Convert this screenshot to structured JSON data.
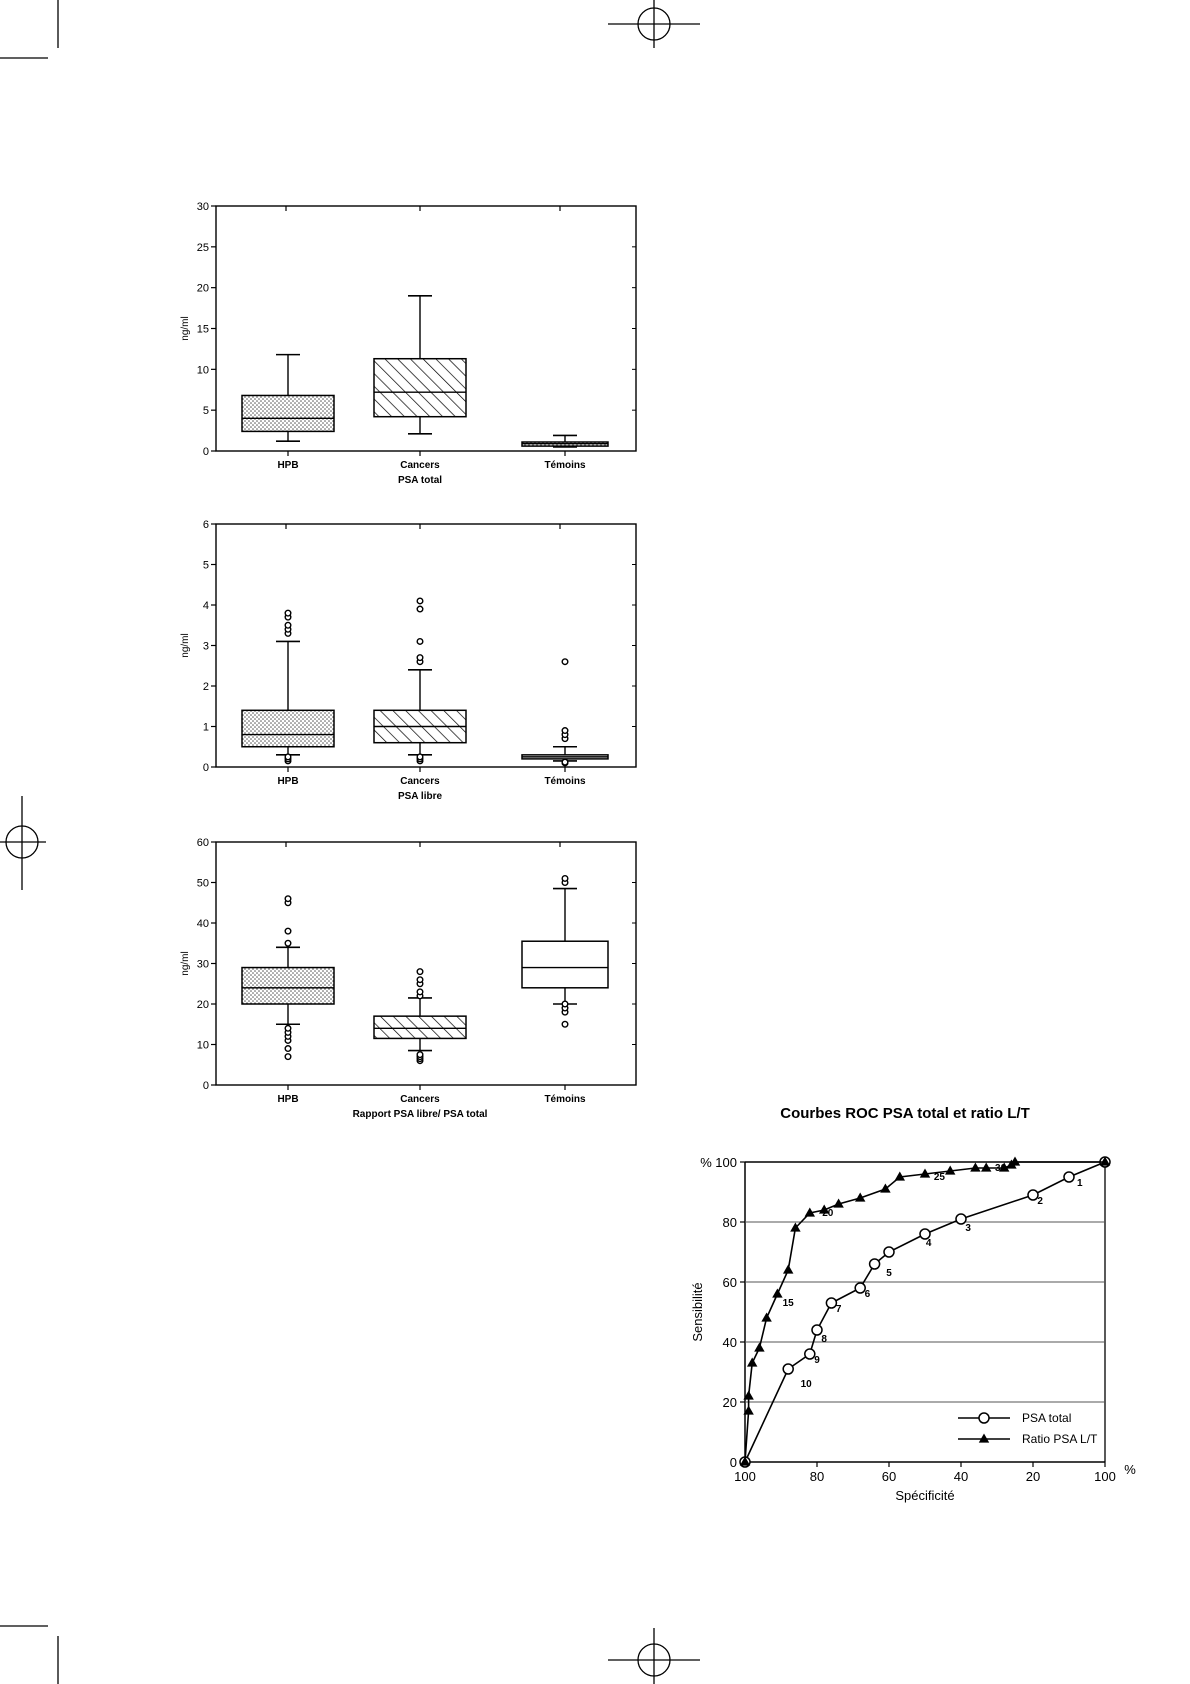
{
  "charts": [
    {
      "type": "box",
      "title": "PSA total",
      "ylabel": "ng/ml",
      "ylim": [
        0,
        30
      ],
      "yticks": [
        0,
        5,
        10,
        15,
        20,
        25,
        30
      ],
      "categories": [
        "HPB",
        "Cancers",
        "Témoins"
      ],
      "boxes": [
        {
          "name": "HPB",
          "pattern": "dots",
          "whisker_low": 1.2,
          "q1": 2.4,
          "median": 4.0,
          "q3": 6.8,
          "whisker_high": 11.8,
          "outliers": []
        },
        {
          "name": "Cancers",
          "pattern": "hatch",
          "whisker_low": 2.1,
          "q1": 4.2,
          "median": 7.2,
          "q3": 11.3,
          "whisker_high": 19.0,
          "outliers": []
        },
        {
          "name": "Témoins",
          "pattern": "dots",
          "whisker_low": 0.5,
          "q1": 0.6,
          "median": 0.9,
          "q3": 1.1,
          "whisker_high": 1.9,
          "outliers": []
        }
      ]
    },
    {
      "type": "box",
      "title": "PSA libre",
      "ylabel": "ng/ml",
      "ylim": [
        0,
        6
      ],
      "yticks": [
        0,
        1,
        2,
        3,
        4,
        5,
        6
      ],
      "categories": [
        "HPB",
        "Cancers",
        "Témoins"
      ],
      "boxes": [
        {
          "name": "HPB",
          "pattern": "dots",
          "whisker_low": 0.3,
          "q1": 0.5,
          "median": 0.8,
          "q3": 1.4,
          "whisker_high": 3.1,
          "outliers": [
            0.15,
            0.2,
            0.25,
            3.3,
            3.4,
            3.5,
            3.7,
            3.8
          ]
        },
        {
          "name": "Cancers",
          "pattern": "hatch",
          "whisker_low": 0.3,
          "q1": 0.6,
          "median": 1.0,
          "q3": 1.4,
          "whisker_high": 2.4,
          "outliers": [
            0.15,
            0.2,
            0.25,
            2.6,
            2.7,
            3.1,
            3.9,
            4.1
          ]
        },
        {
          "name": "Témoins",
          "pattern": "none",
          "whisker_low": 0.15,
          "q1": 0.2,
          "median": 0.25,
          "q3": 0.3,
          "whisker_high": 0.5,
          "outliers": [
            0.1,
            0.12,
            0.7,
            0.8,
            0.9,
            2.6
          ]
        }
      ]
    },
    {
      "type": "box",
      "title": "Rapport PSA libre/ PSA total",
      "ylabel": "ng/ml",
      "ylim": [
        0,
        60
      ],
      "yticks": [
        0,
        10,
        20,
        30,
        40,
        50,
        60
      ],
      "categories": [
        "HPB",
        "Cancers",
        "Témoins"
      ],
      "boxes": [
        {
          "name": "HPB",
          "pattern": "dots",
          "whisker_low": 15.0,
          "q1": 20.0,
          "median": 24.0,
          "q3": 29.0,
          "whisker_high": 34.0,
          "outliers": [
            7,
            9,
            11,
            12,
            13,
            14,
            35,
            38,
            45,
            46
          ]
        },
        {
          "name": "Cancers",
          "pattern": "hatch",
          "whisker_low": 8.5,
          "q1": 11.5,
          "median": 14.0,
          "q3": 17.0,
          "whisker_high": 21.5,
          "outliers": [
            6,
            6.5,
            7,
            7.5,
            22,
            23,
            25,
            26,
            28
          ]
        },
        {
          "name": "Témoins",
          "pattern": "none",
          "whisker_low": 20.0,
          "q1": 24.0,
          "median": 29.0,
          "q3": 35.5,
          "whisker_high": 48.5,
          "outliers": [
            15,
            18,
            19,
            20,
            50,
            51
          ]
        }
      ]
    }
  ],
  "roc": {
    "type": "line",
    "title": "Courbes ROC PSA total et ratio L/T",
    "xlabel": "Spécificité",
    "ylabel": "Sensibilité",
    "xunit": "%",
    "yunit": "%",
    "xlim": [
      100,
      0
    ],
    "ylim": [
      0,
      100
    ],
    "xtick_labels": [
      "100",
      "80",
      "60",
      "40",
      "20",
      "100"
    ],
    "xtick_values": [
      100,
      80,
      60,
      40,
      20,
      0
    ],
    "yticks": [
      0,
      20,
      40,
      60,
      80,
      100
    ],
    "series": [
      {
        "name": "PSA total",
        "marker": "circle",
        "x": [
          100,
          88,
          82,
          80,
          76,
          68,
          64,
          60,
          50,
          40,
          20,
          10,
          0
        ],
        "y": [
          0,
          31,
          36,
          44,
          53,
          58,
          66,
          70,
          76,
          81,
          89,
          95,
          100
        ],
        "labels": [
          {
            "text": "10",
            "x": 83,
            "y": 25
          },
          {
            "text": "9",
            "x": 80,
            "y": 33
          },
          {
            "text": "8",
            "x": 78,
            "y": 40
          },
          {
            "text": "7",
            "x": 74,
            "y": 50
          },
          {
            "text": "6",
            "x": 66,
            "y": 55
          },
          {
            "text": "5",
            "x": 60,
            "y": 62
          },
          {
            "text": "4",
            "x": 49,
            "y": 72
          },
          {
            "text": "3",
            "x": 38,
            "y": 77
          },
          {
            "text": "2",
            "x": 18,
            "y": 86
          },
          {
            "text": "1",
            "x": 7,
            "y": 92
          }
        ]
      },
      {
        "name": "Ratio PSA L/T",
        "marker": "triangle",
        "x": [
          100,
          99,
          99,
          98,
          96,
          94,
          91,
          88,
          86,
          82,
          78,
          74,
          68,
          61,
          57,
          50,
          43,
          36,
          33,
          28,
          26,
          25,
          0
        ],
        "y": [
          0,
          17,
          22,
          33,
          38,
          48,
          56,
          64,
          78,
          83,
          84,
          86,
          88,
          91,
          95,
          96,
          97,
          98,
          98,
          98,
          99,
          100,
          100
        ],
        "labels": [
          {
            "text": "15",
            "x": 88,
            "y": 52
          },
          {
            "text": "20",
            "x": 77,
            "y": 82
          },
          {
            "text": "25",
            "x": 46,
            "y": 94
          },
          {
            "text": "30",
            "x": 29,
            "y": 97
          }
        ]
      }
    ]
  }
}
